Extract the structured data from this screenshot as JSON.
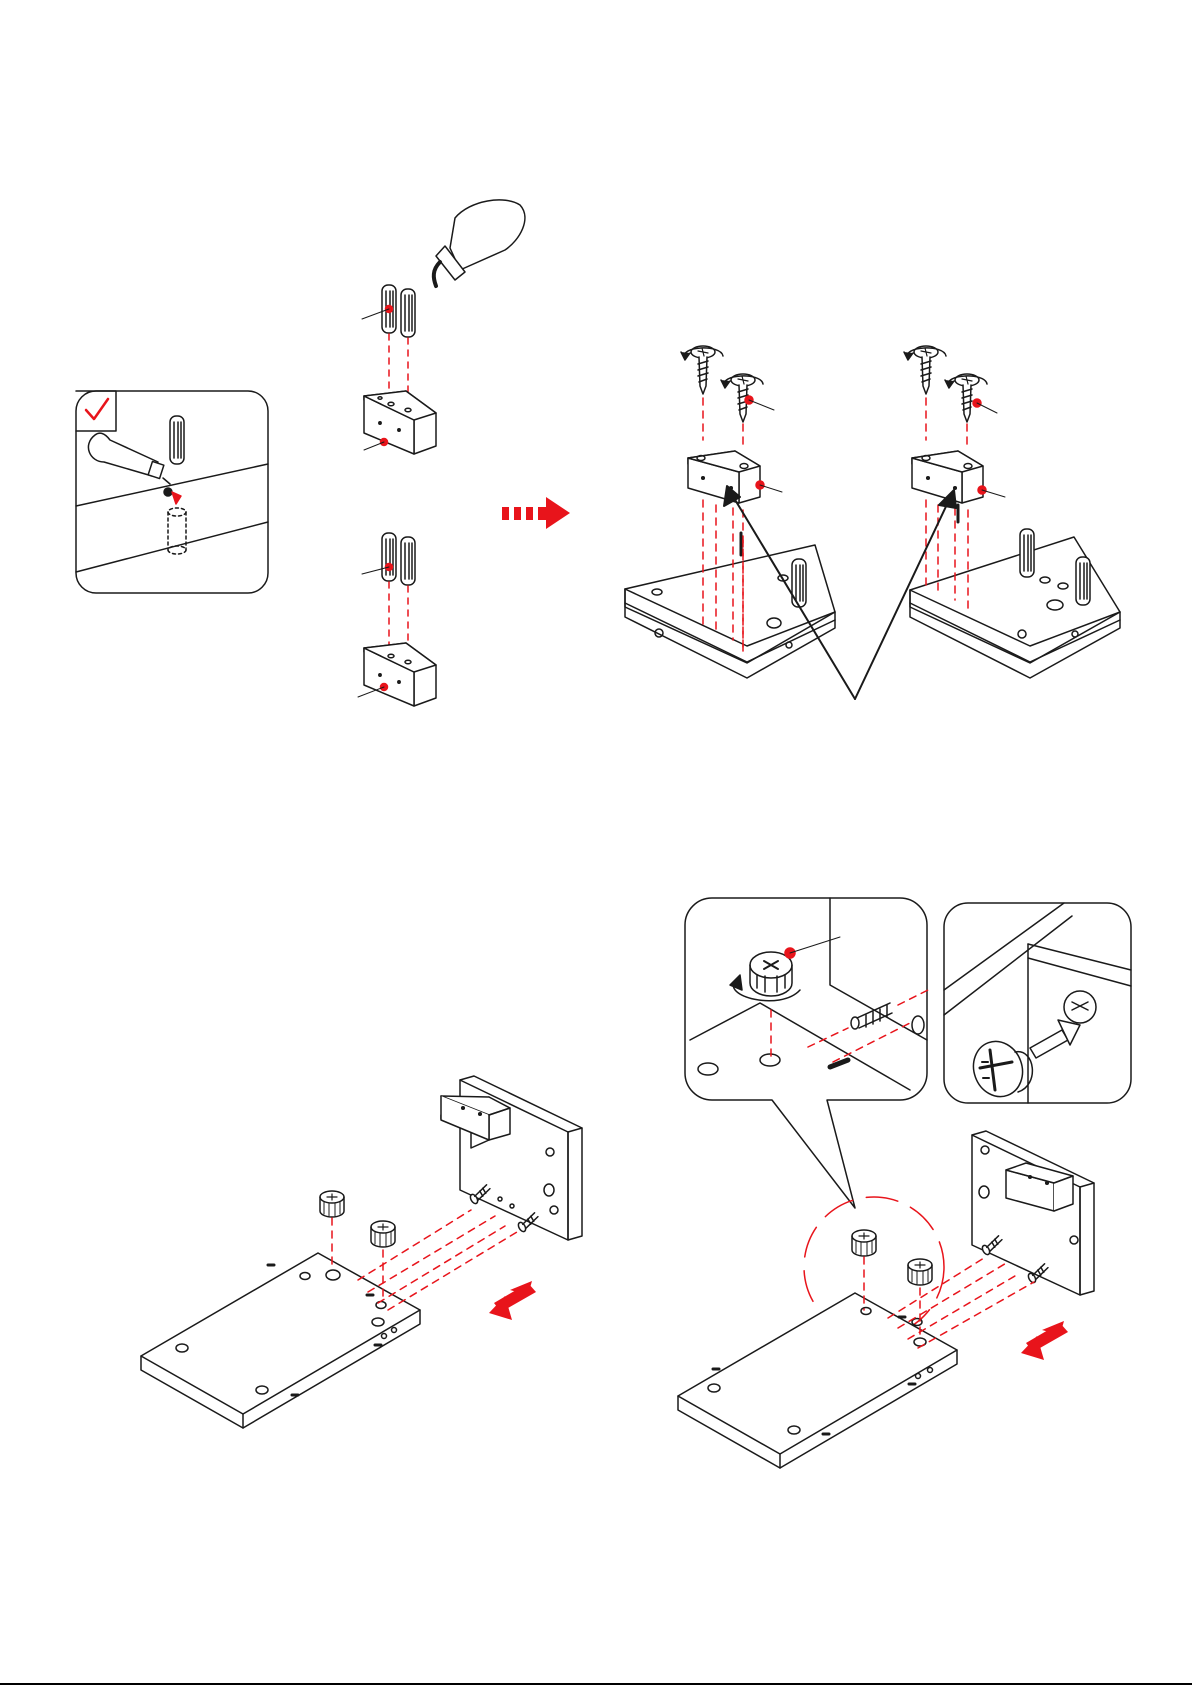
{
  "page": {
    "type": "furniture assembly instruction sheet",
    "labels": [],
    "colors": {
      "line": "#1a1a1a",
      "accent": "#e8141b",
      "background": "#ffffff"
    }
  },
  "steps": [
    {
      "id": "glue-dowels",
      "icons": [
        "glue-bottle-icon",
        "wooden-dowel-icon",
        "checkmark-icon"
      ]
    },
    {
      "id": "screw-blocks",
      "icons": [
        "screw-icon",
        "rotate-arrow-icon",
        "pointer-arrow-icon"
      ]
    },
    {
      "id": "cam-lock-assembly-a",
      "icons": [
        "cam-lock-icon",
        "cam-bolt-icon",
        "direction-arrow-icon"
      ]
    },
    {
      "id": "cam-lock-assembly-b",
      "icons": [
        "cam-lock-icon",
        "cam-bolt-icon",
        "zoom-circle-icon",
        "direction-arrow-icon"
      ]
    }
  ]
}
